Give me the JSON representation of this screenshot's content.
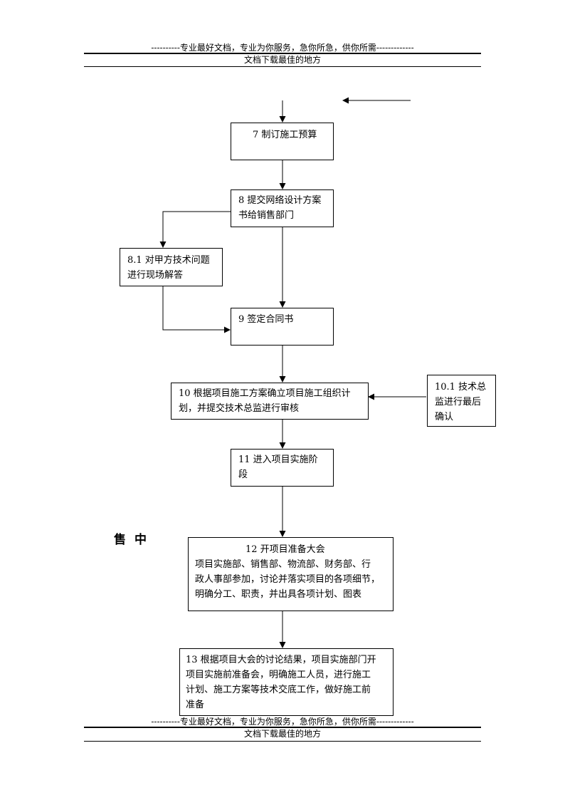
{
  "header": {
    "slogan": "----------专业最好文档，专业为你服务，急你所急，供你所需-------------",
    "subtitle": "文档下载最佳的地方"
  },
  "footer": {
    "slogan": "----------专业最好文档，专业为你服务，急你所急，供你所需-------------",
    "subtitle": "文档下载最佳的地方"
  },
  "side_label": "售中",
  "nodes": {
    "n7": [
      "7 制订施工预算"
    ],
    "n8": [
      "8 提交网络设计方案",
      "书给销售部门"
    ],
    "n81": [
      "8.1 对甲方技术问题",
      "进行现场解答"
    ],
    "n9": [
      "9 签定合同书"
    ],
    "n10": [
      "10 根据项目施工方案确立项目施工组织计",
      "划，并提交技术总监进行审核"
    ],
    "n101": [
      "10.1 技术总",
      "监进行最后",
      "确认"
    ],
    "n11": [
      "11 进入项目实施阶",
      "段"
    ],
    "n12": [
      "12 开项目准备大会",
      "项目实施部、销售部、物流部、财务部、行",
      "政人事部参加，讨论并落实项目的各项细节，",
      "明确分工、职责，并出具各项计划、图表"
    ],
    "n13": [
      "13 根据项目大会的讨论结果，项目实施部门开",
      "项目实施前准备会，明确施工人员，进行施工",
      "计划、施工方案等技术交底工作，做好施工前",
      "准备"
    ]
  }
}
